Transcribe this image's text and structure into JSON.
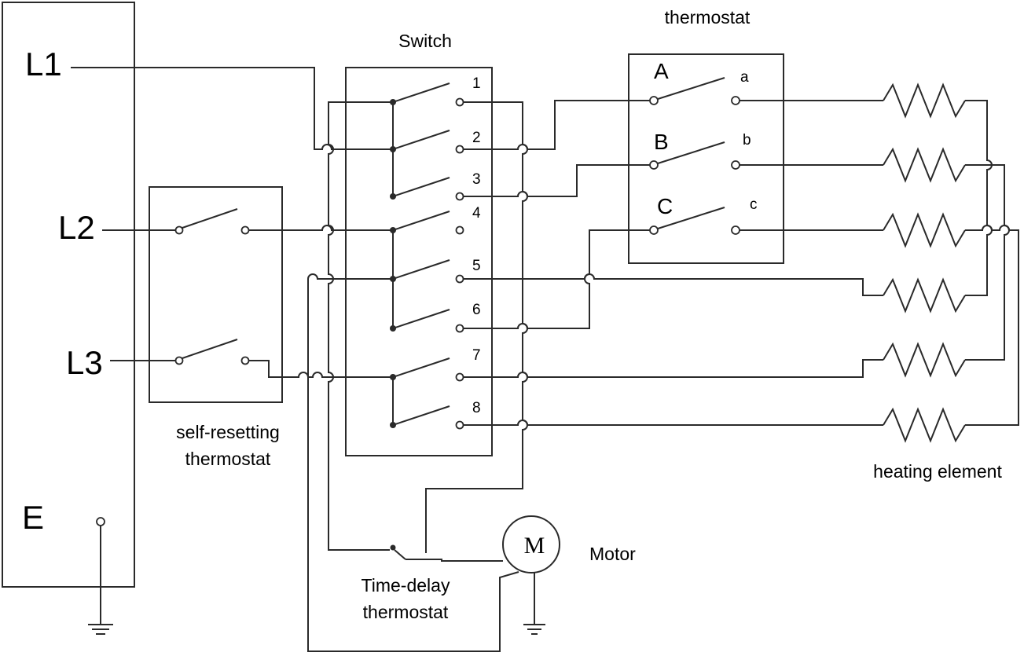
{
  "lines": {
    "l1": "L1",
    "l2": "L2",
    "l3": "L3",
    "earth": "E"
  },
  "switch": {
    "title": "Switch",
    "positions": [
      "1",
      "2",
      "3",
      "4",
      "5",
      "6",
      "7",
      "8"
    ]
  },
  "thermostat": {
    "title": "thermostat",
    "inputs": [
      "A",
      "B",
      "C"
    ],
    "outputs": [
      "a",
      "b",
      "c"
    ]
  },
  "self_resetting": {
    "line1": "self-resetting",
    "line2": "thermostat"
  },
  "time_delay": {
    "line1": "Time-delay",
    "line2": "thermostat"
  },
  "motor": {
    "symbol": "M",
    "label": "Motor"
  },
  "heater": {
    "label": "heating element"
  }
}
